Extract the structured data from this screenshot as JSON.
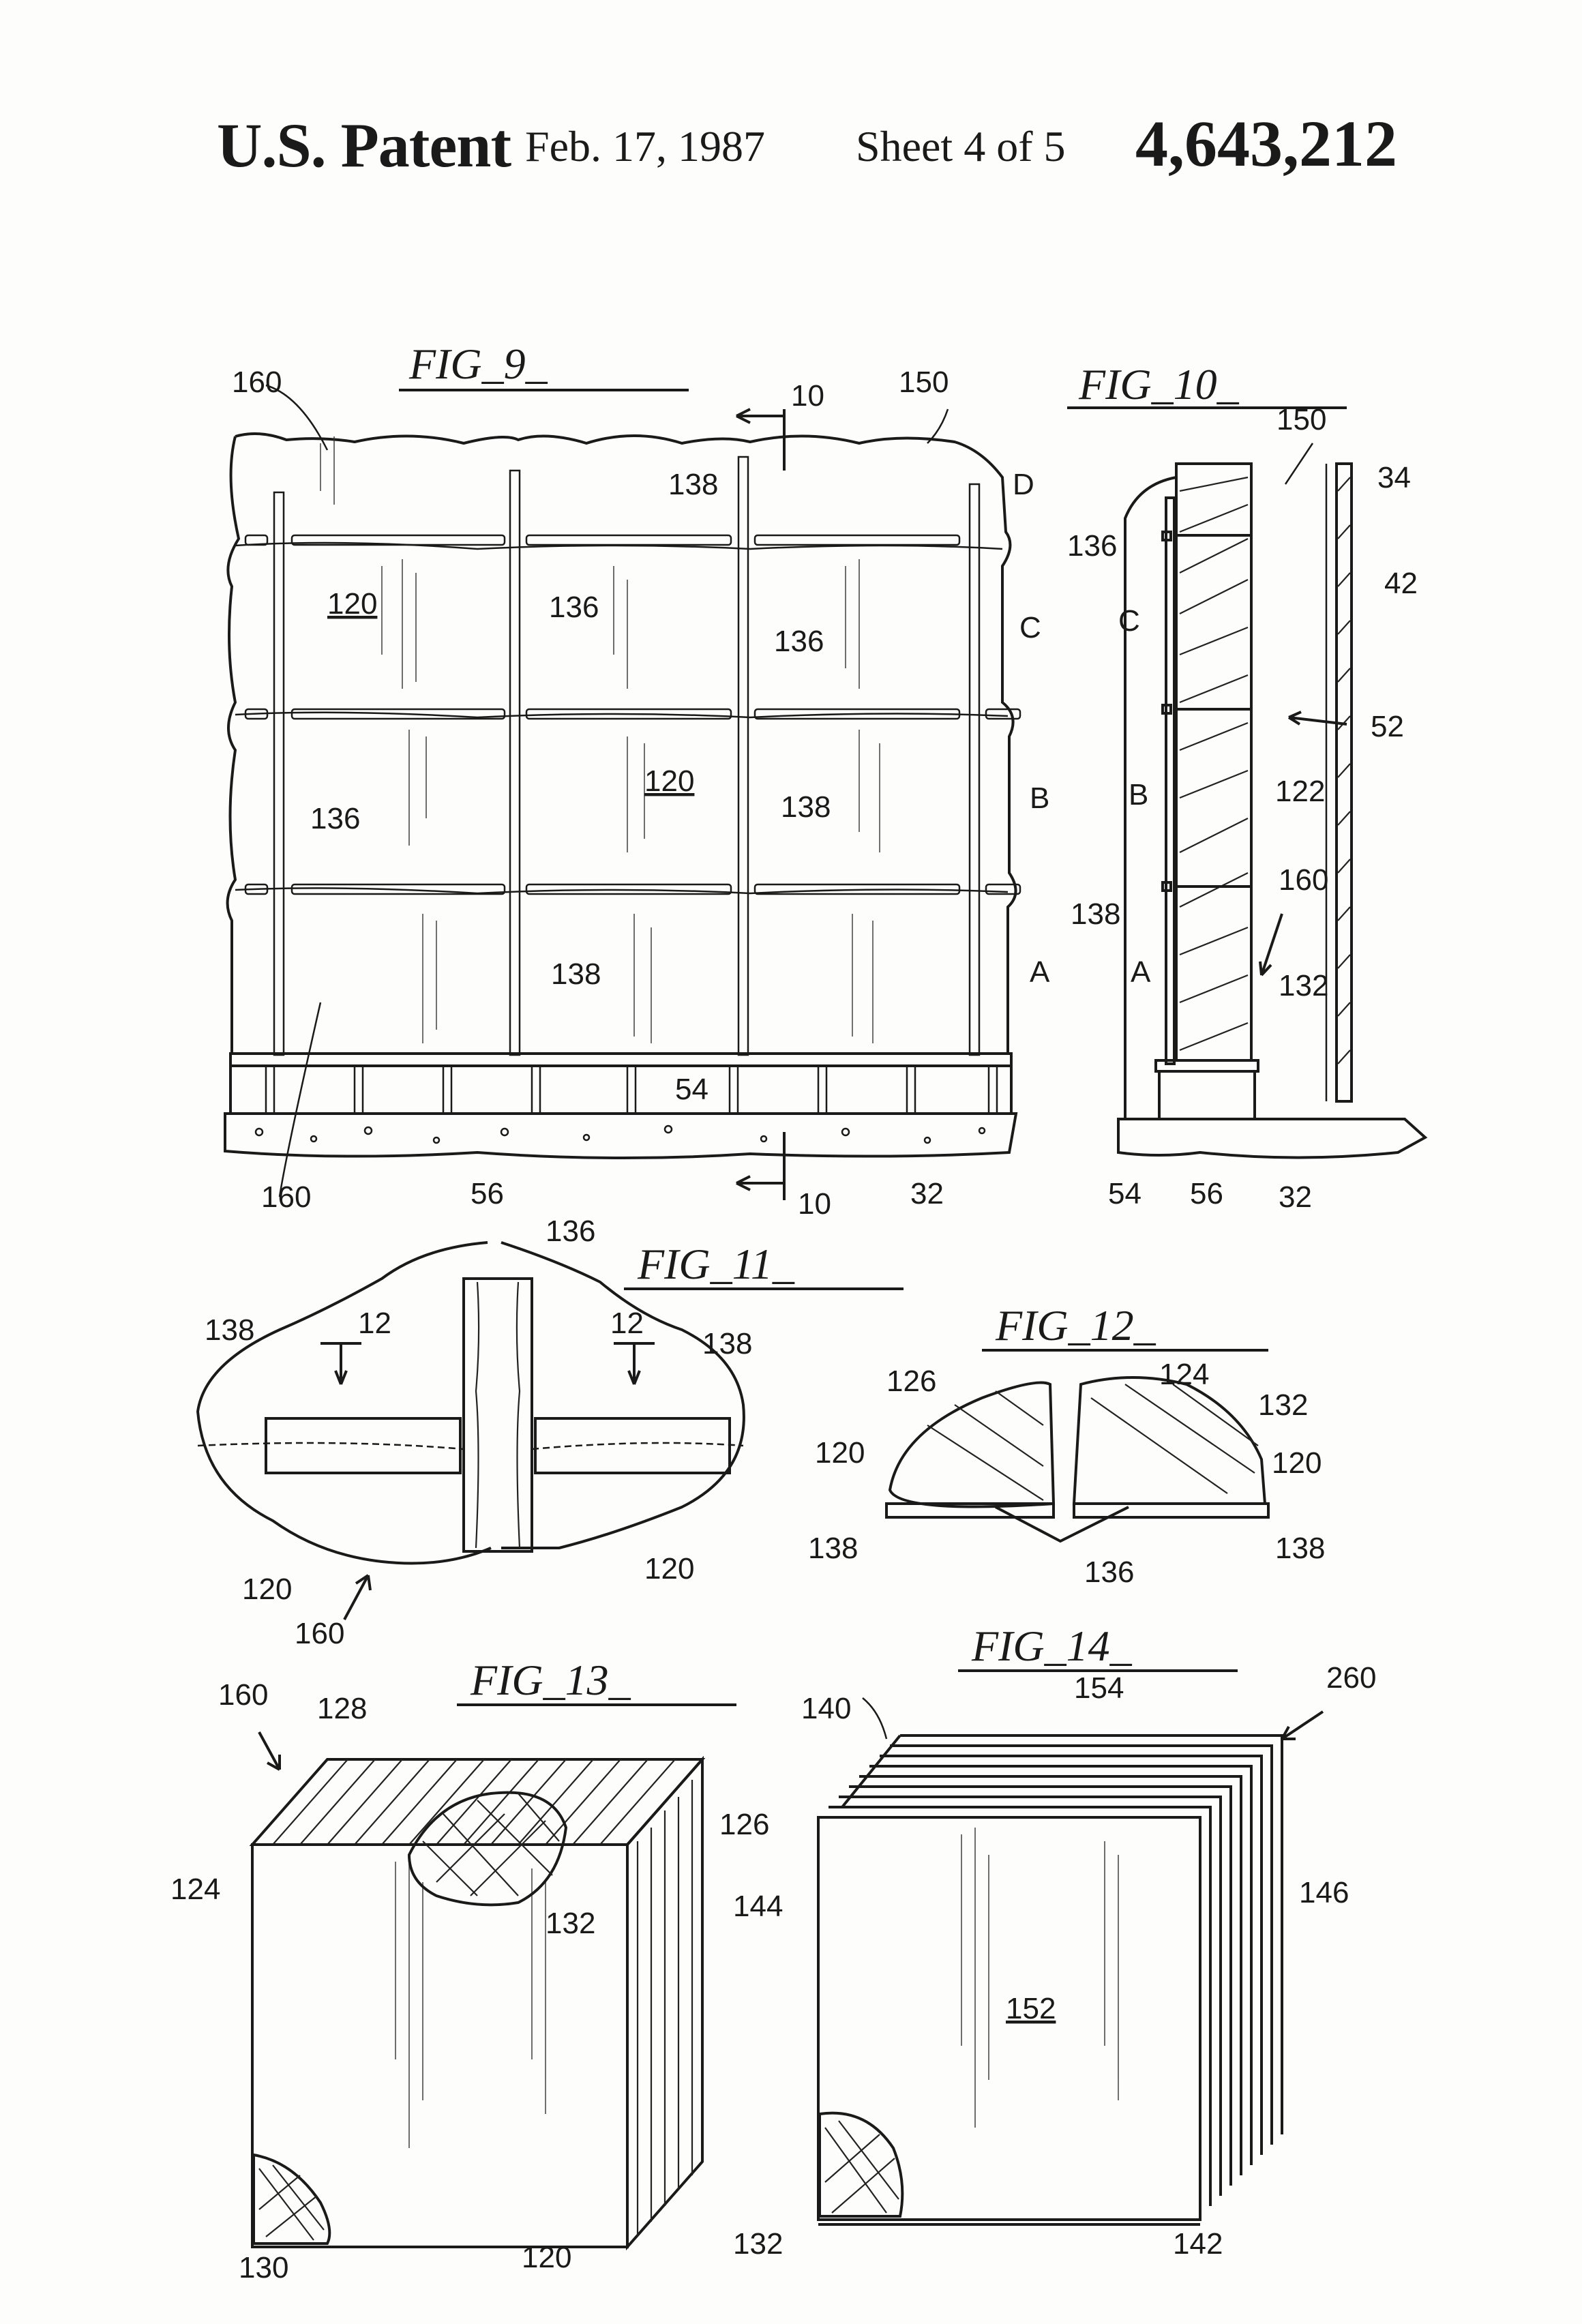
{
  "header": {
    "patent_label": "U.S. Patent",
    "date": "Feb. 17, 1987",
    "sheet": "Sheet 4 of 5",
    "patent_number": "4,643,212"
  },
  "figures": {
    "fig9": {
      "label": "FIG_9_",
      "refs": {
        "r160a": "160",
        "r150": "150",
        "r10top": "10",
        "rD": "D",
        "rC": "C",
        "rB": "B",
        "rA": "A",
        "r138a": "138",
        "r120a": "120",
        "r136a": "136",
        "r136b": "136",
        "r136c": "136",
        "r120b": "120",
        "r138b": "138",
        "r138c": "138",
        "r54": "54",
        "r160b": "160",
        "r56": "56",
        "r10bot": "10",
        "r32": "32"
      }
    },
    "fig10": {
      "label": "FIG_10_",
      "refs": {
        "r150": "150",
        "r34": "34",
        "r136": "136",
        "r42": "42",
        "rC": "C",
        "r52": "52",
        "rB": "B",
        "r122": "122",
        "r160": "160",
        "r138": "138",
        "rA": "A",
        "r132": "132",
        "r54": "54",
        "r56": "56",
        "r32": "32"
      }
    },
    "fig11": {
      "label": "FIG_11_",
      "refs": {
        "r136": "136",
        "r138a": "138",
        "r12a": "12",
        "r12b": "12",
        "r138b": "138",
        "r120a": "120",
        "r120b": "120",
        "r160": "160"
      }
    },
    "fig12": {
      "label": "FIG_12_",
      "refs": {
        "r126": "126",
        "r124": "124",
        "r132": "132",
        "r120a": "120",
        "r120b": "120",
        "r138a": "138",
        "r136": "136",
        "r138b": "138"
      }
    },
    "fig13": {
      "label": "FIG_13_",
      "refs": {
        "r160": "160",
        "r128": "128",
        "r126": "126",
        "r124": "124",
        "r132": "132",
        "r130": "130",
        "r120": "120"
      }
    },
    "fig14": {
      "label": "FIG_14_",
      "refs": {
        "r154": "154",
        "r260": "260",
        "r140": "140",
        "r144": "144",
        "r152": "152",
        "r146": "146",
        "r132": "132",
        "r142": "142"
      }
    }
  }
}
